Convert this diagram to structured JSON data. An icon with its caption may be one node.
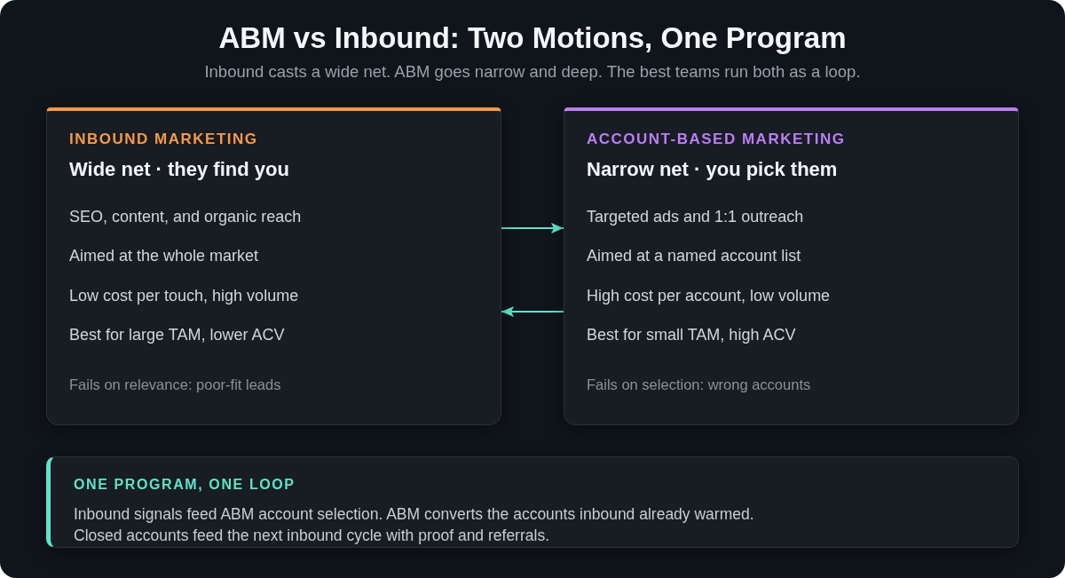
{
  "diagram": {
    "title": "ABM vs Inbound: Two Motions, One Program",
    "nodes": [
      {
        "text": [
          "INBOUND MARKETING",
          "Wide net · they find you",
          "SEO, content, and organic reach",
          "Aimed at the whole market",
          "Low cost per touch, high volume",
          "Best for large TAM, lower ACV",
          "Fails on relevance: poor-fit leads"
        ]
      },
      {
        "text": [
          "ACCOUNT-BASED MARKETING",
          "Narrow net · you pick them",
          "Targeted ads and 1:1 outreach",
          "Aimed at a named account list",
          "High cost per account, low volume",
          "Best for small TAM, high ACV",
          "Fails on selection: wrong accounts"
        ]
      },
      {
        "text": [
          "ONE PROGRAM, ONE LOOP",
          "Inbound signals feed ABM account selection. ABM converts the accounts inbound already warmed. Closed accounts feed the next inbound cycle with proof and referrals."
        ]
      }
    ],
    "edges": [
      {
        "from": 0,
        "to": 1,
        "arrow": "to"
      },
      {
        "from": 1,
        "to": 0,
        "arrow": "to"
      }
    ],
    "labels": [
      "Inbound casts a wide net. ABM goes narrow and deep. The best teams run both as a loop."
    ]
  }
}
